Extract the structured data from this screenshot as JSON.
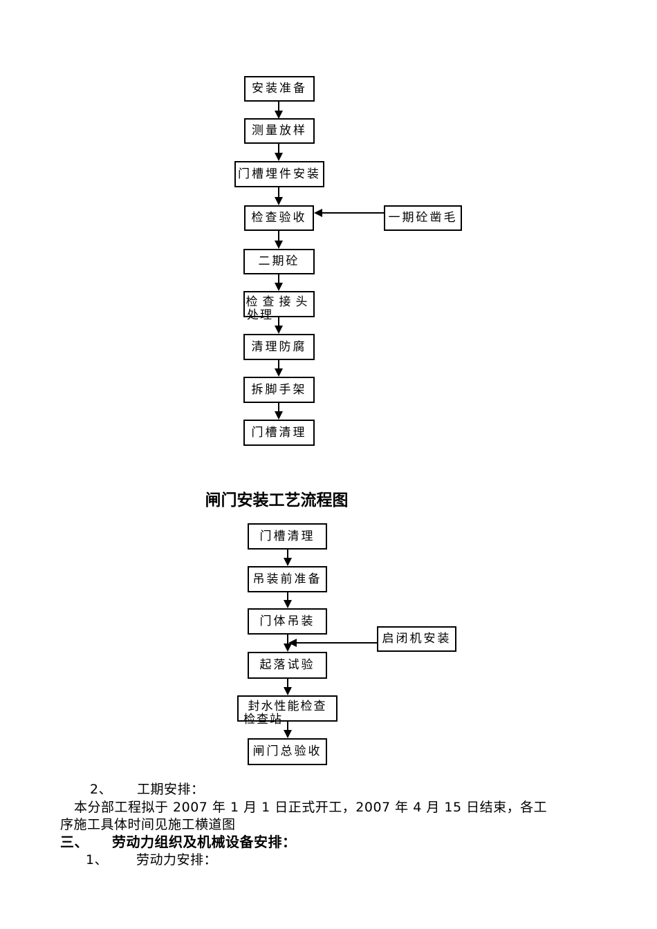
{
  "colors": {
    "ink": "#000000",
    "paper": "#ffffff"
  },
  "figure_title": "闸门安装工艺流程图",
  "flowchart_embedded_parts": {
    "steps": [
      {
        "label": "安装准备"
      },
      {
        "label": "测量放样"
      },
      {
        "label": "门槽埋件安装"
      },
      {
        "label": "检查验收"
      },
      {
        "label": "二期砼"
      },
      {
        "label": "检查接头",
        "overflow": "处理"
      },
      {
        "label": "清理防腐"
      },
      {
        "label": "拆脚手架"
      },
      {
        "label": "门槽清理"
      }
    ],
    "side_box": {
      "label": "一期砼凿毛"
    }
  },
  "flowchart_gate_install": {
    "steps": [
      {
        "label": "门槽清理"
      },
      {
        "label": "吊装前准备"
      },
      {
        "label": "门体吊装"
      },
      {
        "label": "起落试验"
      },
      {
        "label": "封水性能检查",
        "overflow": "检查站"
      },
      {
        "label": "闸门总验收"
      }
    ],
    "side_box": {
      "label": "启闭机安装"
    }
  },
  "body_text": {
    "item2_number": "2、",
    "item2_title": "工期安排：",
    "schedule_line1": "本分部工程拟于 2007 年 1 月 1 日正式开工，2007 年 4 月 15 日结束，各工",
    "schedule_line2": "序施工具体时间见施工横道图",
    "section3_number": "三、",
    "section3_heading": "劳动力组织及机械设备安排：",
    "item1_number": "1、",
    "item1_title": "劳动力安排："
  }
}
